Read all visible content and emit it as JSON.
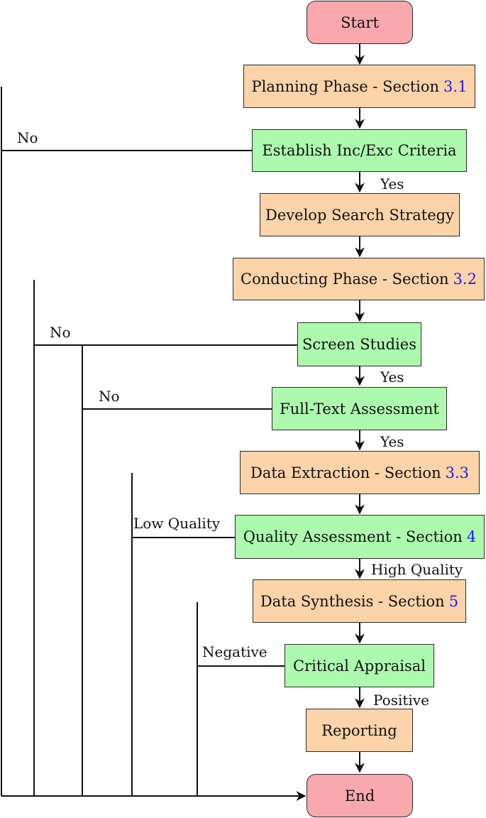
{
  "nodes": {
    "start": {
      "label": "Start"
    },
    "planning": {
      "label": "Planning Phase - Section",
      "ref": "3.1"
    },
    "establish": {
      "label": "Establish Inc/Exc Criteria"
    },
    "develop": {
      "label": "Develop Search Strategy"
    },
    "conducting": {
      "label": "Conducting Phase - Section",
      "ref": "3.2"
    },
    "screen": {
      "label": "Screen Studies"
    },
    "fulltext": {
      "label": "Full-Text Assessment"
    },
    "extraction": {
      "label": "Data Extraction - Section",
      "ref": "3.3"
    },
    "quality": {
      "label": "Quality Assessment - Section",
      "ref": "4"
    },
    "synthesis": {
      "label": "Data Synthesis - Section",
      "ref": "5"
    },
    "appraisal": {
      "label": "Critical Appraisal"
    },
    "reporting": {
      "label": "Reporting"
    },
    "end": {
      "label": "End"
    }
  },
  "edge_labels": {
    "establish_no": "No",
    "establish_yes": "Yes",
    "screen_no": "No",
    "screen_yes": "Yes",
    "fulltext_no": "No",
    "fulltext_yes": "Yes",
    "quality_low": "Low Quality",
    "quality_high": "High Quality",
    "appraisal_negative": "Negative",
    "appraisal_positive": "Positive"
  },
  "colors": {
    "terminal": "#f9a8ad",
    "process": "#fdd3a9",
    "decision": "#adfaae",
    "section_ref": "#1a1aff"
  }
}
